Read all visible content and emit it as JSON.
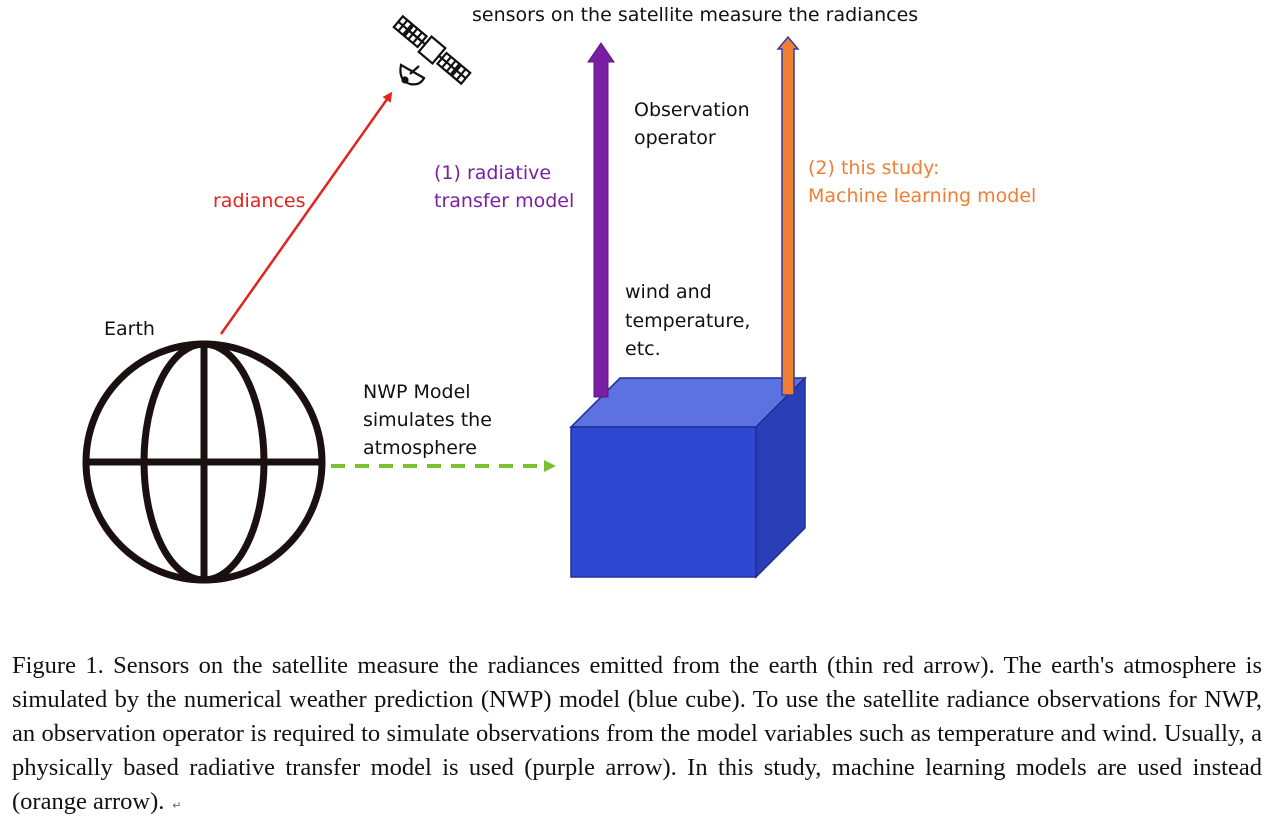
{
  "colors": {
    "radiance_arrow": "#e0241e",
    "rtm_arrow": "#7a1fa2",
    "ml_arrow": "#f07f35",
    "nwp_arrow": "#7bbf32",
    "cube_front": "#2f48d4",
    "cube_top": "#5b72e0",
    "cube_side": "#2a3fb7",
    "globe": "#1a1010"
  },
  "labels": {
    "sensors": "sensors on the satellite measure the radiances",
    "observation_operator": [
      "Observation",
      "operator"
    ],
    "rtm": [
      "(1) radiative",
      "transfer model"
    ],
    "ml": [
      "(2) this study:",
      "Machine learning model"
    ],
    "radiances": "radiances",
    "earth": "Earth",
    "wind_temp": [
      "wind and",
      "temperature,",
      "etc."
    ],
    "nwp": [
      "NWP Model",
      "simulates the",
      "atmosphere"
    ]
  },
  "caption": {
    "text": "Figure 1. Sensors on the satellite measure the radiances emitted from the earth (thin red arrow). The earth's atmosphere is simulated by the numerical weather prediction (NWP) model (blue cube). To use the satellite radiance observations for NWP, an observation operator is required to simulate observations from the model variables such as temperature and wind. Usually, a physically based radiative transfer model is used (purple arrow). In this study, machine learning models are used instead (orange arrow).",
    "mark": "↵"
  }
}
